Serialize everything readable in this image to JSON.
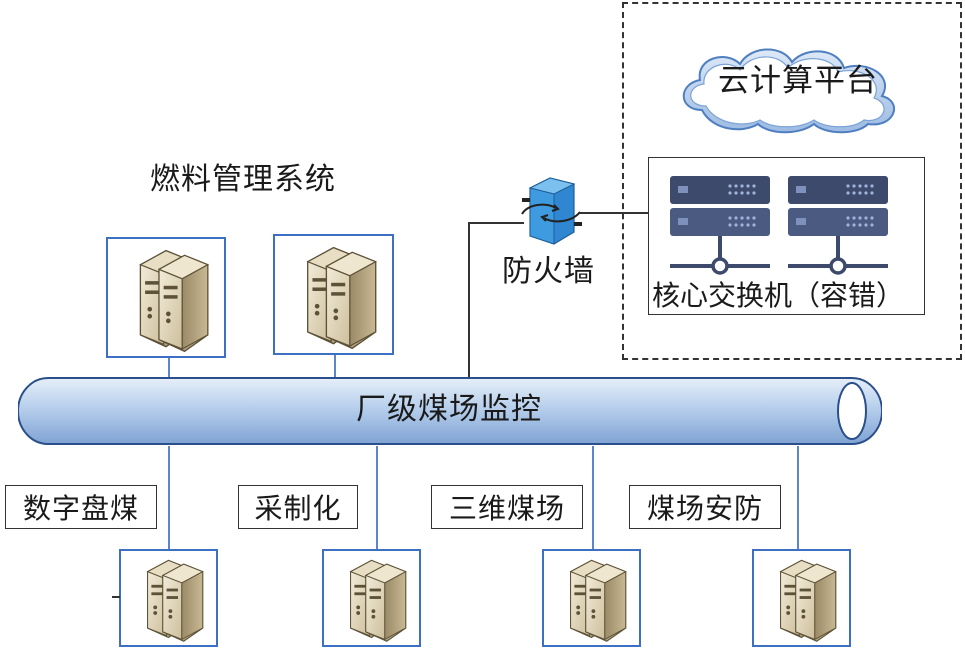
{
  "title": "燃料管理系统",
  "bus": {
    "label": "厂级煤场监控"
  },
  "firewall": {
    "label": "防火墙"
  },
  "cloud": {
    "label": "云计算平台"
  },
  "core_switch": {
    "label": "核心交换机（容错）"
  },
  "subsystems": [
    {
      "label": "数字盘煤"
    },
    {
      "label": "采制化"
    },
    {
      "label": "三维煤场"
    },
    {
      "label": "煤场安防"
    }
  ],
  "colors": {
    "bus_fill": "#a9c4e6",
    "bus_stroke": "#2a4f8a",
    "server_frame": "#3d6fc4",
    "firewall": "#3a8fd6",
    "switch_dark": "#3d4a6b"
  }
}
